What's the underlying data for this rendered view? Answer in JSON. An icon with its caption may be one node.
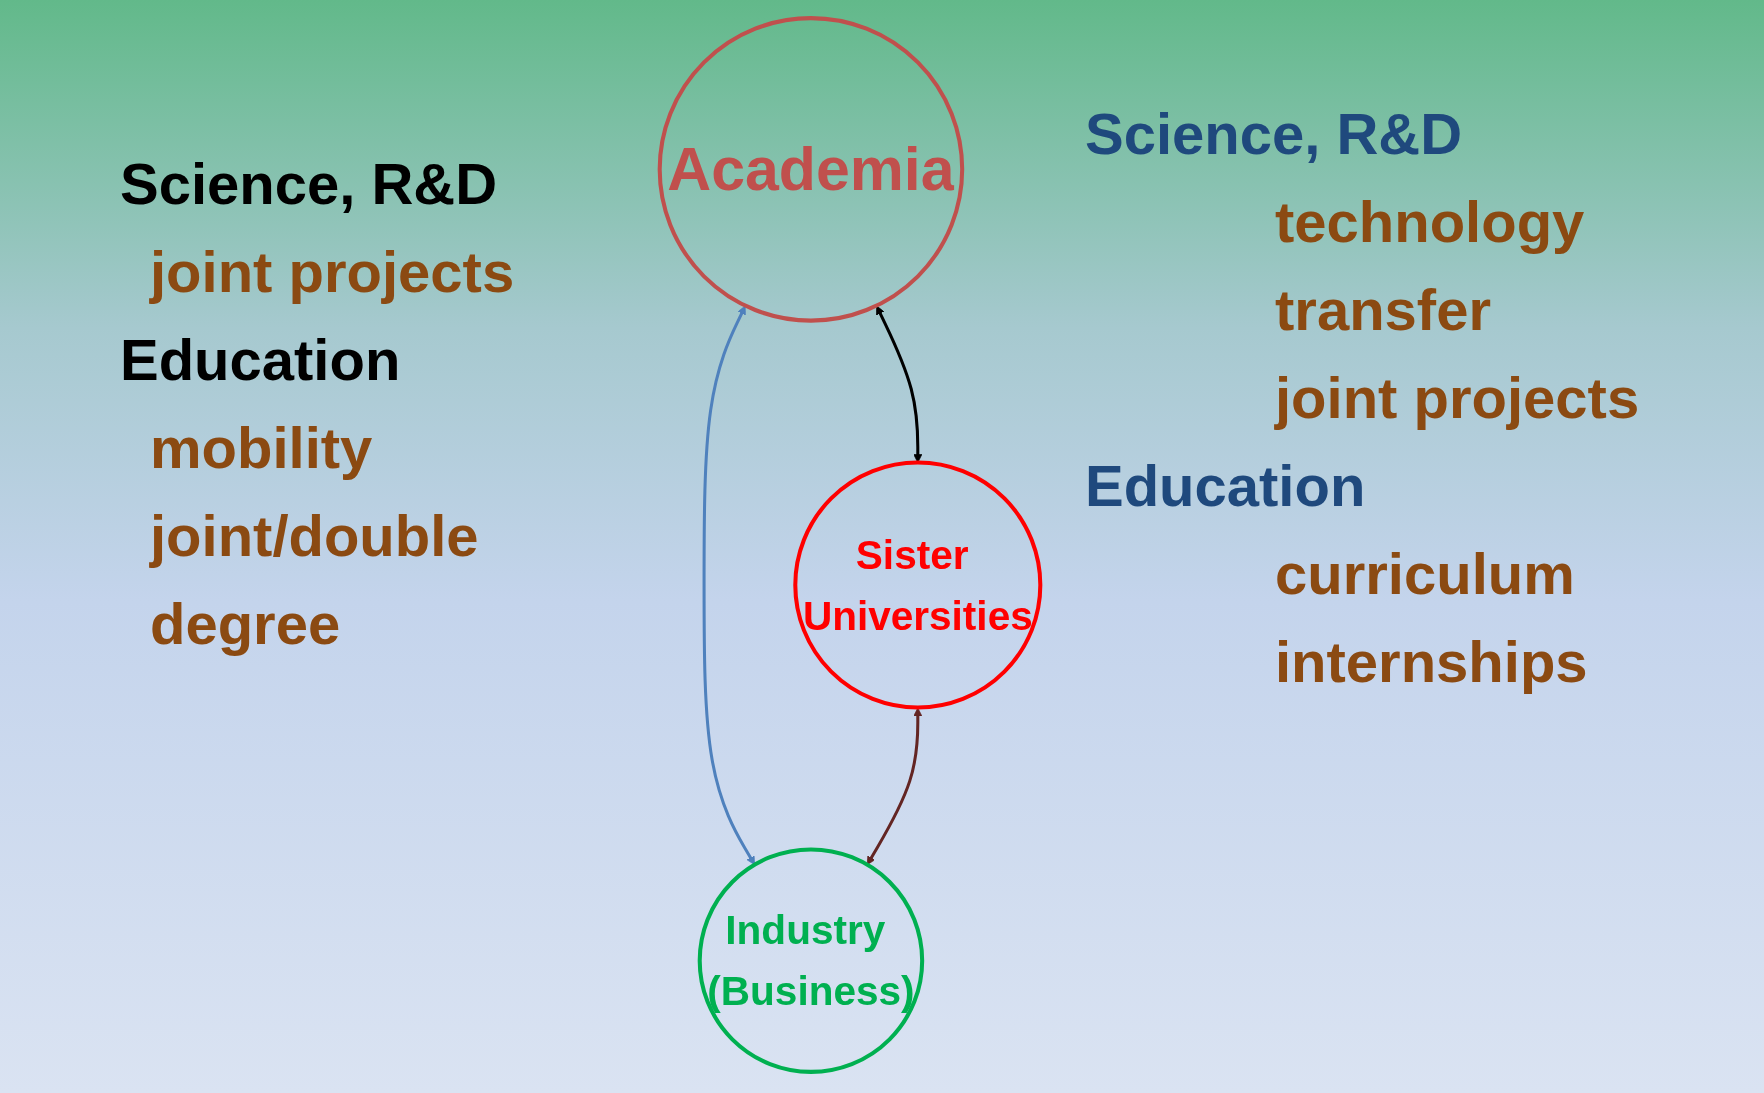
{
  "diagram": {
    "nodes": [
      {
        "text": [
          "Academia"
        ]
      },
      {
        "text": [
          "Sister Universities"
        ]
      },
      {
        "text": [
          "Industry (Business)"
        ]
      }
    ],
    "edges": [
      {
        "from": 0,
        "to": 1,
        "arrow": "both",
        "color": "#000000"
      },
      {
        "from": 0,
        "to": 2,
        "arrow": "both",
        "color": "#4f81bd"
      },
      {
        "from": 1,
        "to": 2,
        "arrow": "both",
        "color": "#632523"
      }
    ],
    "labels": [
      "Science, R&D",
      "joint projects",
      "Education",
      "mobility",
      "joint/double degree",
      "Science, R&D",
      "technology transfer",
      "joint projects",
      "Education",
      "curriculum",
      "internships"
    ]
  }
}
